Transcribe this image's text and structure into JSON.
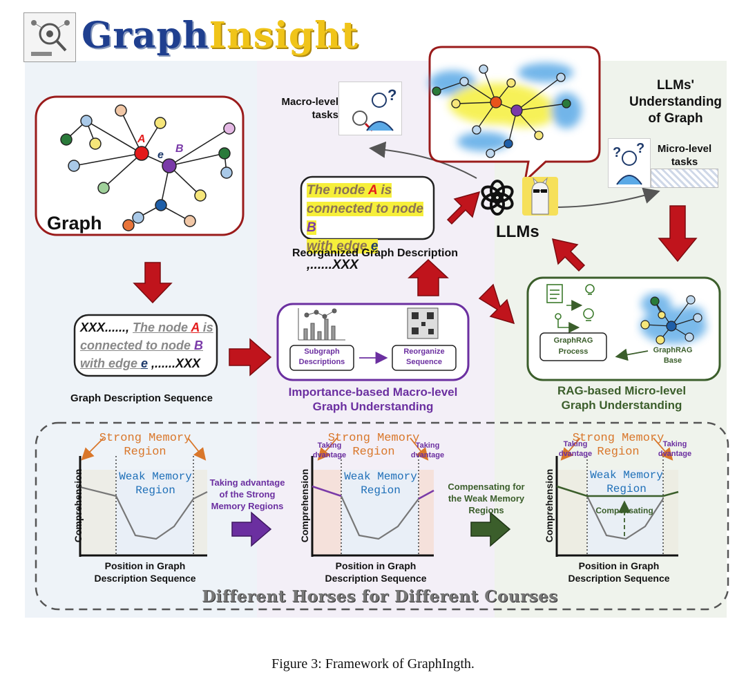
{
  "logo": {
    "part1": "Graph",
    "part2": "Insight",
    "color1": "#1f3f8f",
    "color2": "#f0c419"
  },
  "llm_understanding": "LLMs' Understanding of Graph",
  "macro_tasks": "Macro-level tasks",
  "micro_tasks": "Micro-level tasks",
  "graph_box": {
    "label": "Graph",
    "node_a": "A",
    "node_b": "B",
    "edge": "e"
  },
  "llms_label": "LLMs",
  "reorganized": {
    "line1_pre": "The node ",
    "node_a": "A",
    "line1_post": " is",
    "line2_pre": "connected to node ",
    "node_b": "B",
    "line3_pre": "with edge ",
    "edge": "e",
    "line3_post": " ,......XXX",
    "caption": "Reorganized Graph Description"
  },
  "sequence": {
    "lead": "XXX......, ",
    "line1_pre": "The node ",
    "node_a": "A",
    "line1_post": " is",
    "line2_pre": "connected to node ",
    "node_b": "B",
    "line3_pre": "with edge ",
    "edge": "e",
    "line3_post": " ,......XXX",
    "caption": "Graph Description Sequence"
  },
  "macro_box": {
    "sub_label": "Subgraph Descriptions",
    "reorg_label": "Reorganize Sequence",
    "caption_line1": "Importance-based Macro-level",
    "caption_line2": "Graph Understanding"
  },
  "micro_box": {
    "process_label": "GraphRAG Process",
    "base_label": "GraphRAG Base",
    "caption_line1": "RAG-based Micro-level",
    "caption_line2": "Graph Understanding"
  },
  "panels": {
    "strong_line1": "Strong Memory",
    "strong_line2": "Region",
    "weak_line1": "Weak Memory",
    "weak_line2": "Region",
    "ylabel": "Comprehension",
    "xlabel_line1": "Position in Graph",
    "xlabel_line2": "Description Sequence",
    "taking": "Taking",
    "dvantage": "dvantage",
    "compensating": "Compensating"
  },
  "transition1": {
    "line1": "Taking advantage",
    "line2": "of the Strong",
    "line3": "Memory Regions"
  },
  "transition2": {
    "line1": "Compensating for",
    "line2": "the Weak Memory",
    "line3": "Regions"
  },
  "motto": "Different Horses for Different Courses",
  "caption": "Figure 3: Framework of GraphIngth.",
  "colors": {
    "red": "#c0141c",
    "purple": "#6b2fa0",
    "green": "#3b5e2b",
    "orange": "#d9772b",
    "blue": "#1e6fb8"
  }
}
